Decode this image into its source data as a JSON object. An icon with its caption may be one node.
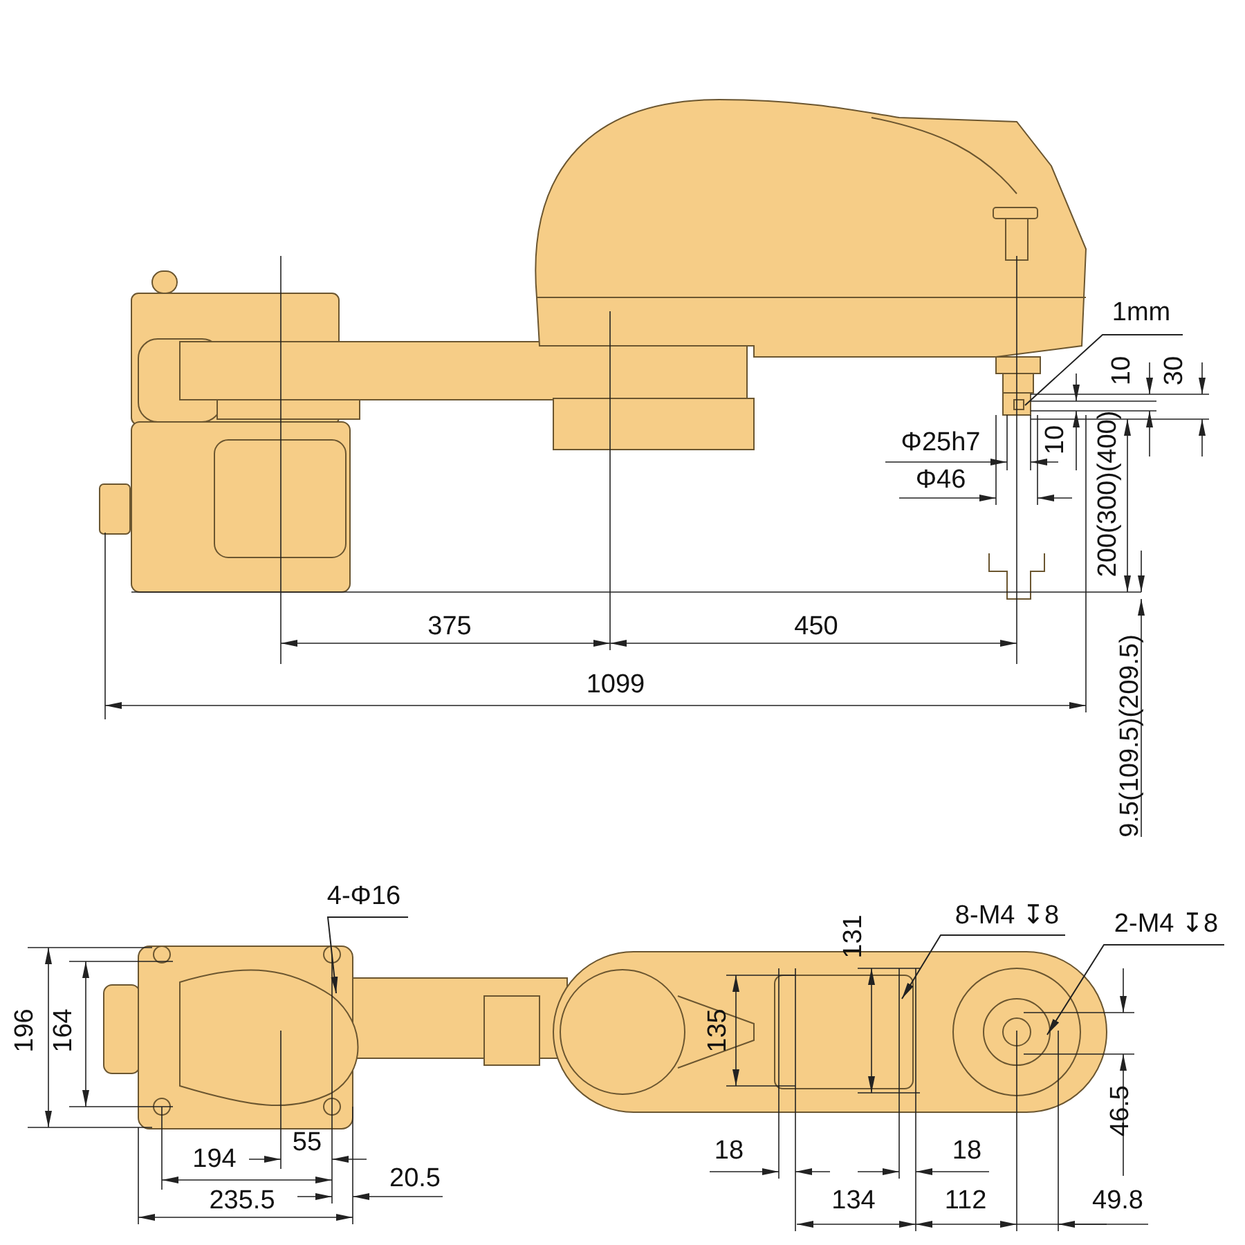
{
  "diagram": {
    "nodes": [
      {
        "text": [
          "1mm"
        ]
      },
      {
        "text": [
          "4-Φ16"
        ]
      },
      {
        "text": [
          "8-M4 ↧8"
        ]
      },
      {
        "text": [
          "2-M4 ↧8"
        ]
      }
    ],
    "edges": [
      {
        "from": 0,
        "to": null,
        "arrow": "none"
      },
      {
        "from": 1,
        "to": null,
        "arrow": "to"
      },
      {
        "from": 2,
        "to": null,
        "arrow": "to"
      },
      {
        "from": 3,
        "to": null,
        "arrow": "to"
      }
    ],
    "labels": [
      "10",
      "30",
      "Φ25h7",
      "10",
      "Φ46",
      "200(300)(400)",
      "375",
      "450",
      "1099",
      "9.5(109.5)(209.5)",
      "131",
      "196",
      "164",
      "135",
      "55",
      "46.5",
      "194",
      "18",
      "18",
      "20.5",
      "235.5",
      "134",
      "112",
      "49.8"
    ]
  }
}
